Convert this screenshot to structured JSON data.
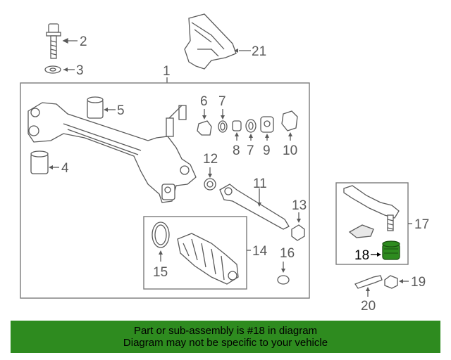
{
  "callouts": {
    "c1": "1",
    "c2": "2",
    "c3": "3",
    "c4": "4",
    "c5": "5",
    "c6": "6",
    "c7a": "7",
    "c7b": "7",
    "c8": "8",
    "c9": "9",
    "c10": "10",
    "c11": "11",
    "c12": "12",
    "c13": "13",
    "c14": "14",
    "c15": "15",
    "c16": "16",
    "c17": "17",
    "c18": "18",
    "c19": "19",
    "c20": "20",
    "c21": "21"
  },
  "highlight": {
    "part_number": "18",
    "color": "#2e8b1f"
  },
  "banner": {
    "line1": "Part or sub-assembly is #18 in diagram",
    "line2": "Diagram may not be specific to your vehicle",
    "background": "#2e8b1f"
  }
}
